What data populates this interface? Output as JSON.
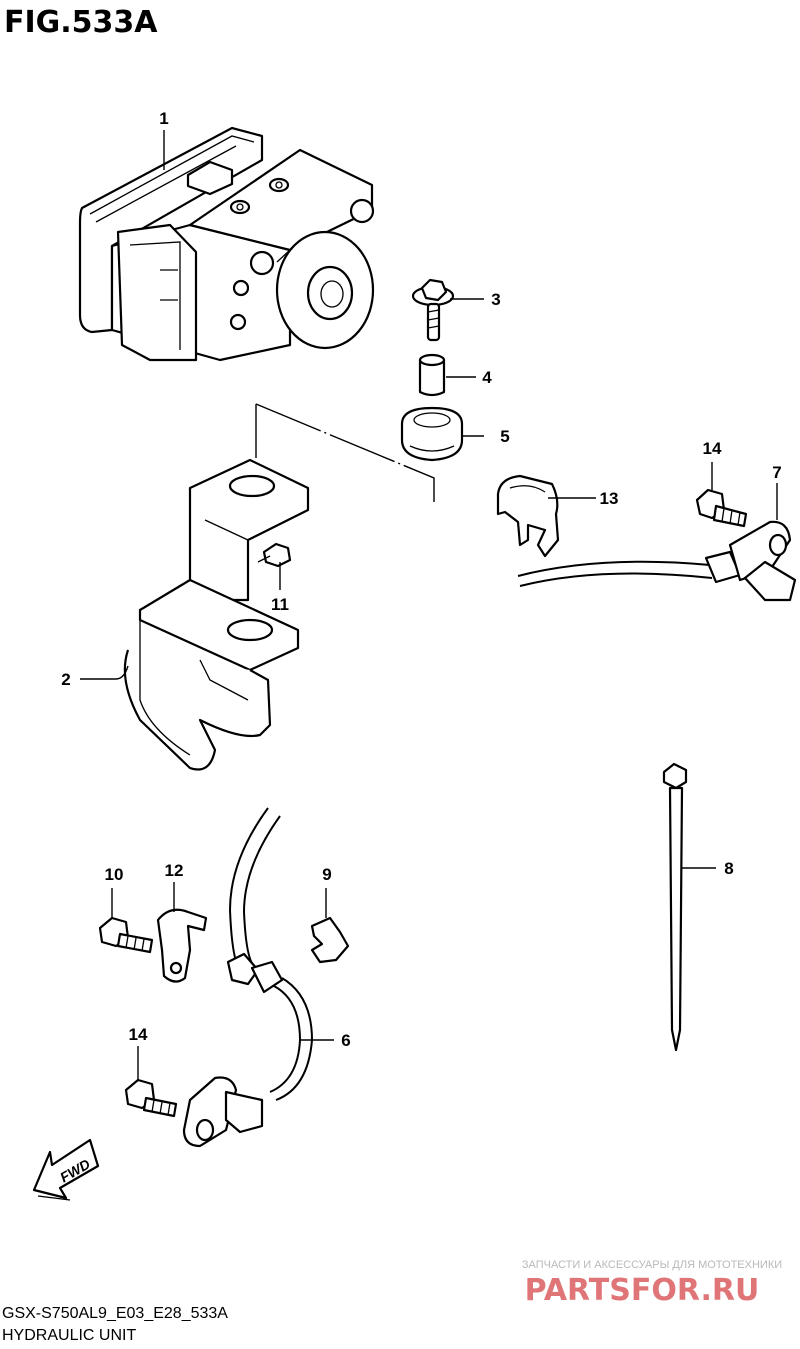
{
  "figure": {
    "title": "FIG.533A",
    "model_code": "GSX-S750AL9_E03_E28_533A",
    "section_name": "HYDRAULIC UNIT"
  },
  "callouts": [
    {
      "id": "1",
      "label": "1"
    },
    {
      "id": "2",
      "label": "2"
    },
    {
      "id": "3",
      "label": "3"
    },
    {
      "id": "4",
      "label": "4"
    },
    {
      "id": "5",
      "label": "5"
    },
    {
      "id": "6",
      "label": "6"
    },
    {
      "id": "7",
      "label": "7"
    },
    {
      "id": "8",
      "label": "8"
    },
    {
      "id": "9",
      "label": "9"
    },
    {
      "id": "10",
      "label": "10"
    },
    {
      "id": "11",
      "label": "11"
    },
    {
      "id": "12",
      "label": "12"
    },
    {
      "id": "13",
      "label": "13"
    },
    {
      "id": "14a",
      "label": "14"
    },
    {
      "id": "14b",
      "label": "14"
    }
  ],
  "direction_arrow": {
    "label": "FWD"
  },
  "watermark": {
    "tagline": "ЗАПЧАСТИ И АКСЕССУАРЫ ДЛЯ МОТОТЕХНИКИ",
    "brand": "PARTSFOR.RU"
  }
}
